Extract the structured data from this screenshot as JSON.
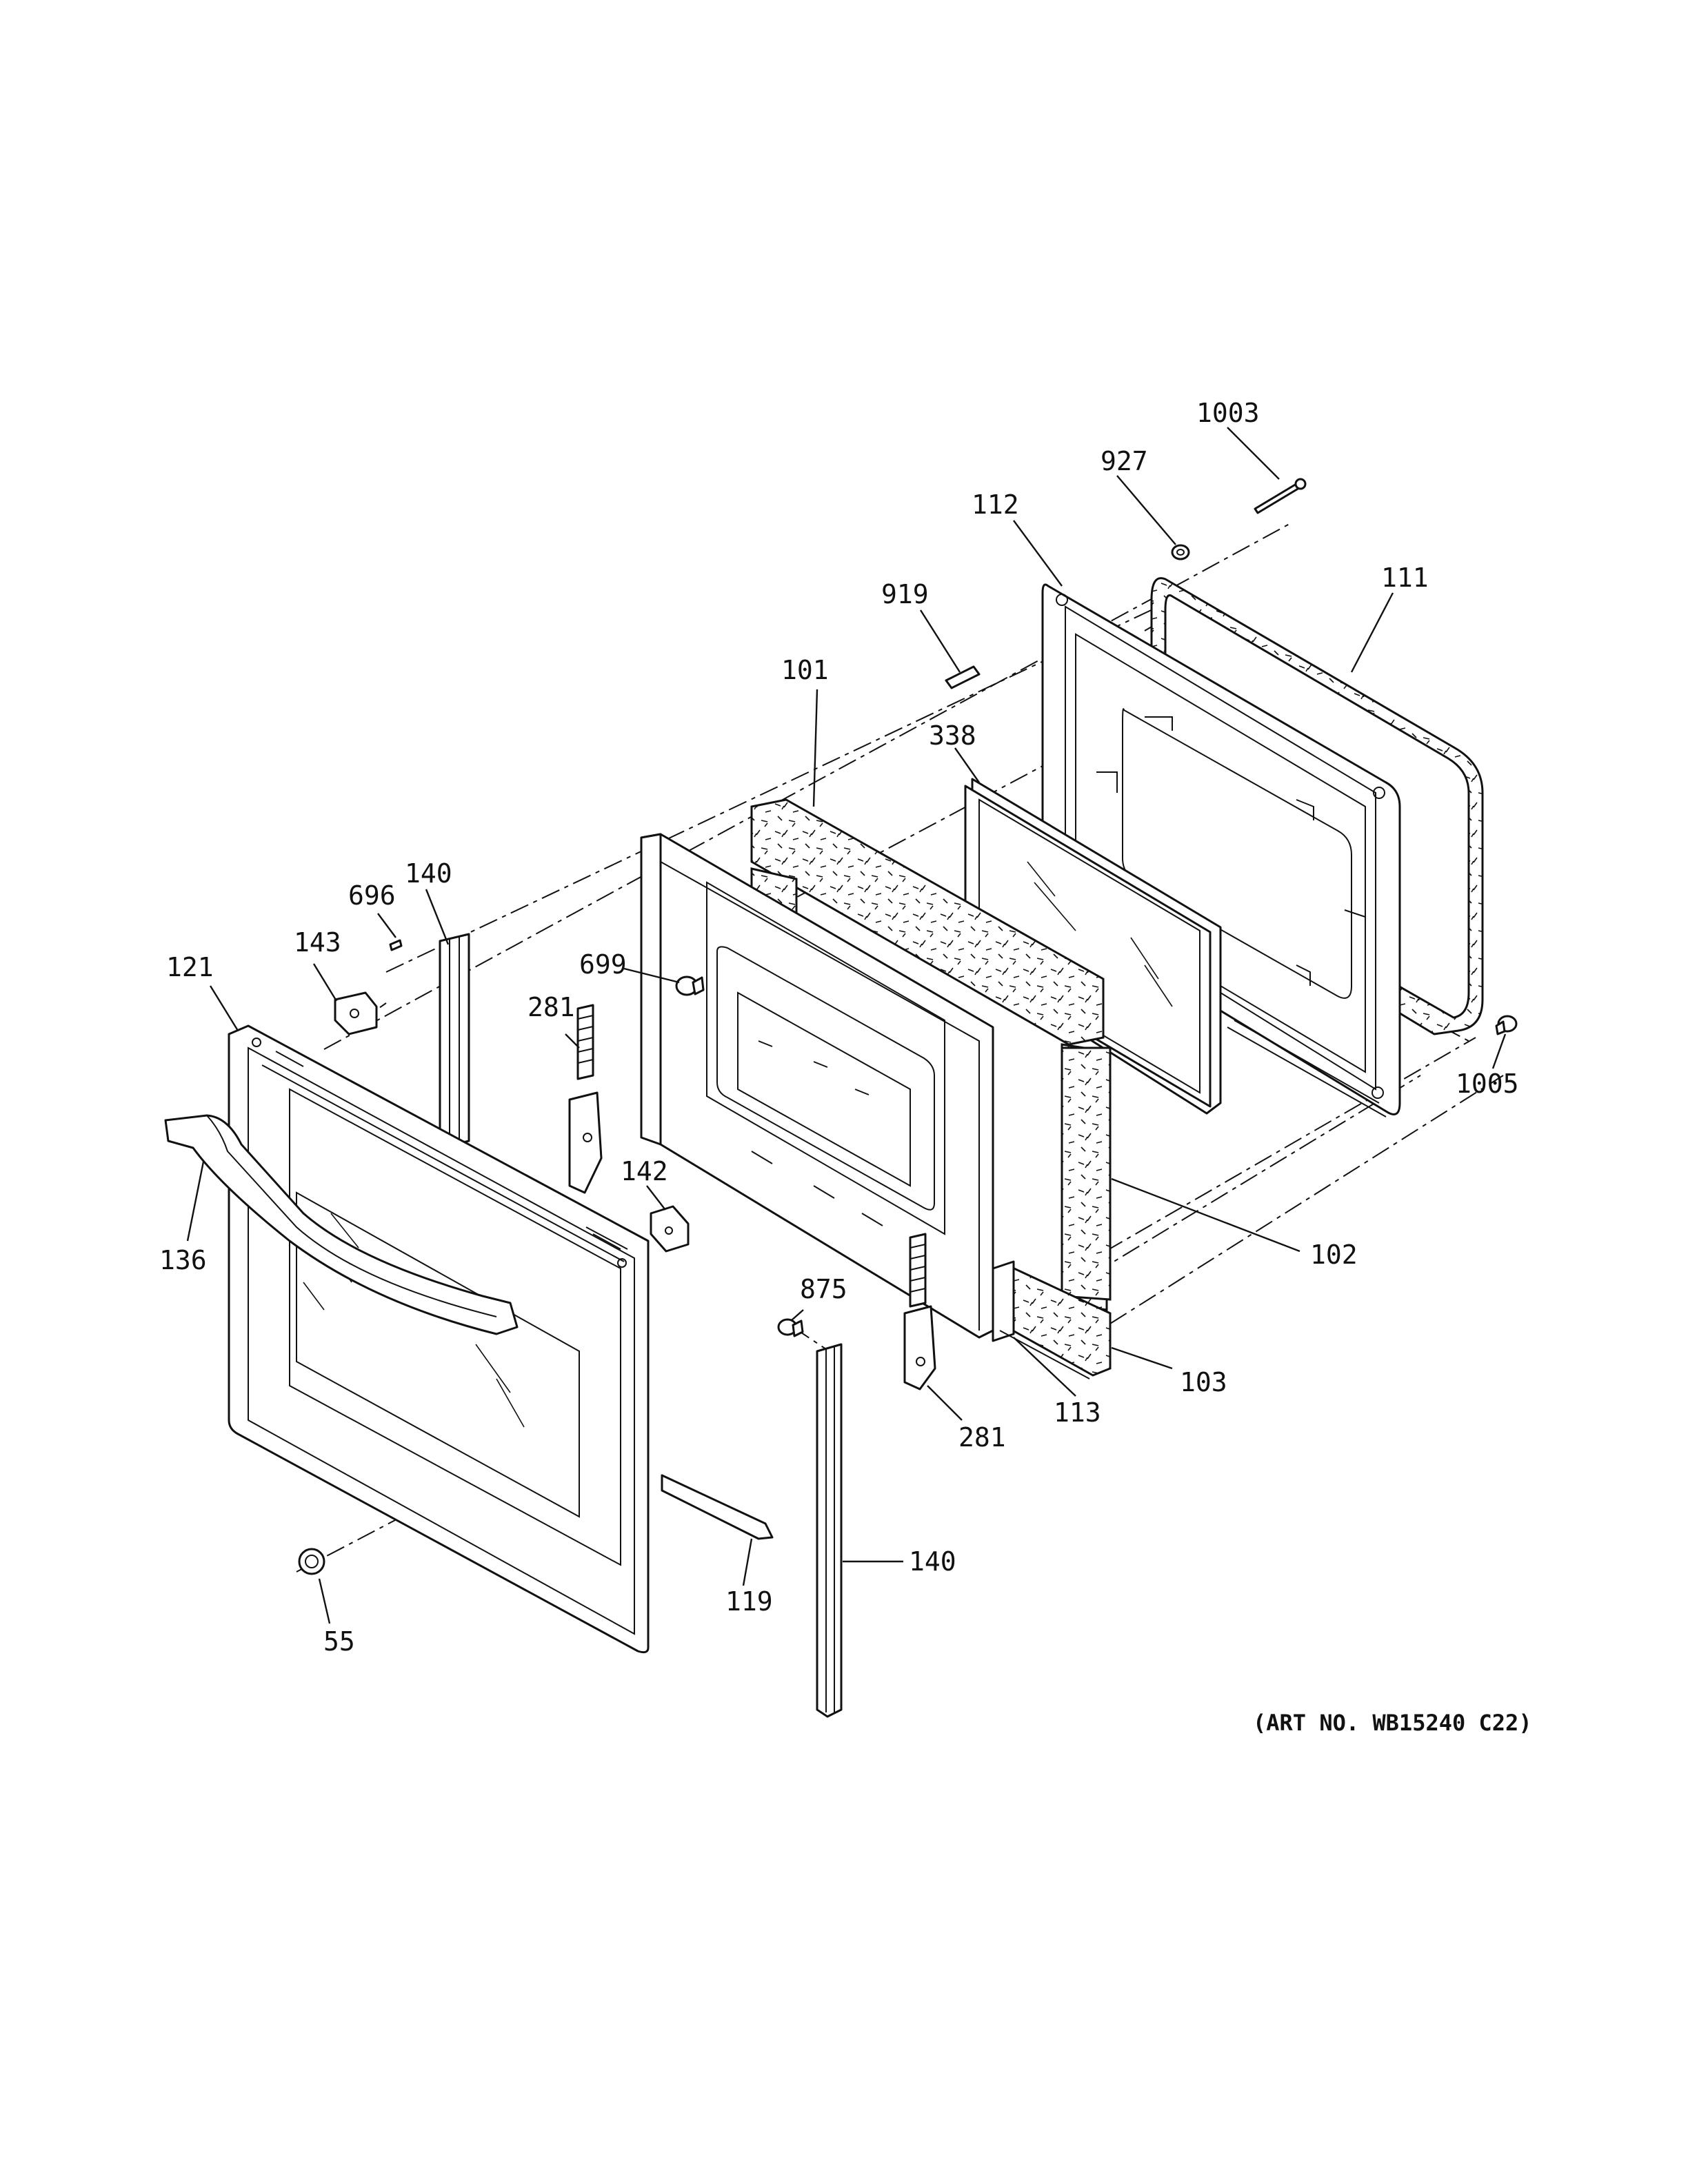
{
  "diagram": {
    "art_number": "(ART NO. WB15240 C22)",
    "callouts": {
      "c1003": "1003",
      "c927": "927",
      "c112": "112",
      "c111": "111",
      "c919": "919",
      "c101": "101",
      "c338": "338",
      "c140_top": "140",
      "c696": "696",
      "c143": "143",
      "c121": "121",
      "c699": "699",
      "c281_top": "281",
      "c1005": "1005",
      "c142": "142",
      "c136": "136",
      "c102": "102",
      "c875": "875",
      "c103": "103",
      "c113": "113",
      "c281_bottom": "281",
      "c140_bottom": "140",
      "c119": "119",
      "c55": "55"
    }
  }
}
